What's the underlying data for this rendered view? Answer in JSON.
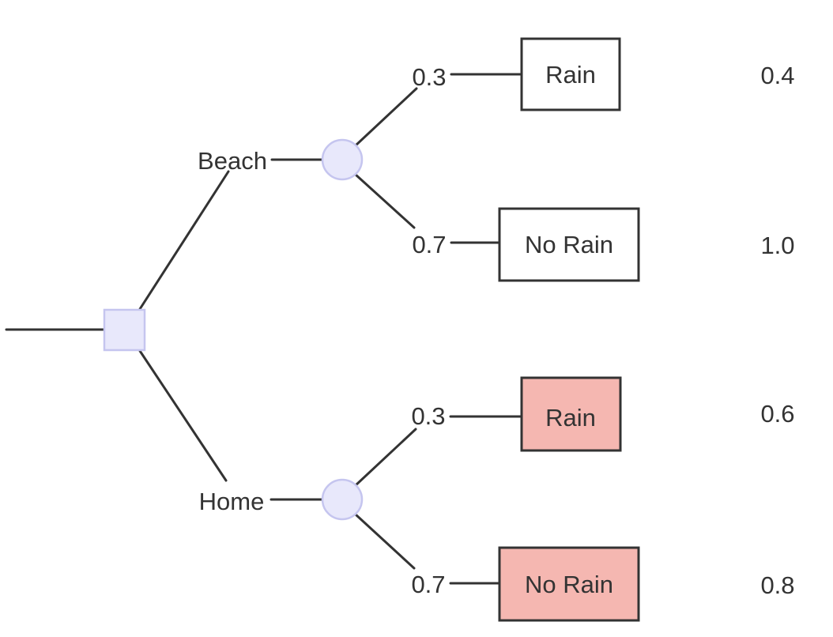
{
  "tree": {
    "root_node_type": "decision-square",
    "branches": [
      {
        "label": "Beach",
        "outcomes": [
          {
            "probability": "0.3",
            "result": "Rain",
            "value": "0.4",
            "highlighted": false
          },
          {
            "probability": "0.7",
            "result": "No Rain",
            "value": "1.0",
            "highlighted": false
          }
        ]
      },
      {
        "label": "Home",
        "outcomes": [
          {
            "probability": "0.3",
            "result": "Rain",
            "value": "0.6",
            "highlighted": true
          },
          {
            "probability": "0.7",
            "result": "No Rain",
            "value": "0.8",
            "highlighted": true
          }
        ]
      }
    ]
  },
  "colors": {
    "node_fill": "#e8e8fb",
    "node_stroke": "#c5c5ef",
    "leaf_default_fill": "#ffffff",
    "leaf_highlight_fill": "#f5b7b1",
    "edge_stroke": "#333333",
    "text": "#333333"
  }
}
